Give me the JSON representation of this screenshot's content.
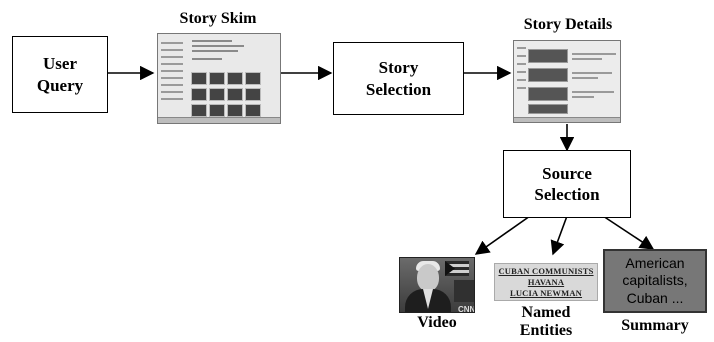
{
  "nodes": {
    "user_query": "User\nQuery",
    "story_selection": "Story\nSelection",
    "source_selection": "Source\nSelection"
  },
  "labels": {
    "story_skim": "Story Skim",
    "story_details": "Story Details",
    "video": "Video",
    "named_entities": "Named\nEntities",
    "summary": "Summary"
  },
  "named_entities_list": [
    "CUBAN COMMUNISTS",
    "HAVANA",
    "LUCIA NEWMAN"
  ],
  "summary_text": "American\ncapitalists,\nCuban ..."
}
